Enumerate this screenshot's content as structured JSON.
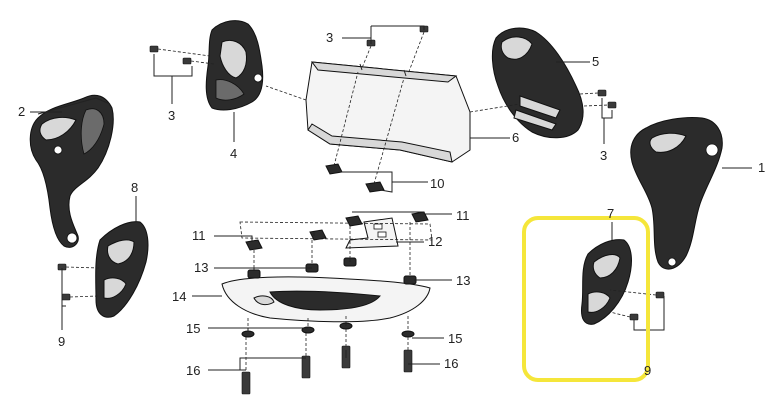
{
  "callouts": {
    "c1": "1",
    "c2": "2",
    "c3a": "3",
    "c3b": "3",
    "c3c": "3",
    "c4": "4",
    "c5": "5",
    "c6": "6",
    "c7": "7",
    "c8": "8",
    "c9a": "9",
    "c9b": "9",
    "c10": "10",
    "c11a": "11",
    "c11b": "11",
    "c12": "12",
    "c13a": "13",
    "c13b": "13",
    "c14": "14",
    "c15a": "15",
    "c15b": "15",
    "c16a": "16",
    "c16b": "16"
  },
  "highlight": {
    "color": "#f5e63a"
  }
}
